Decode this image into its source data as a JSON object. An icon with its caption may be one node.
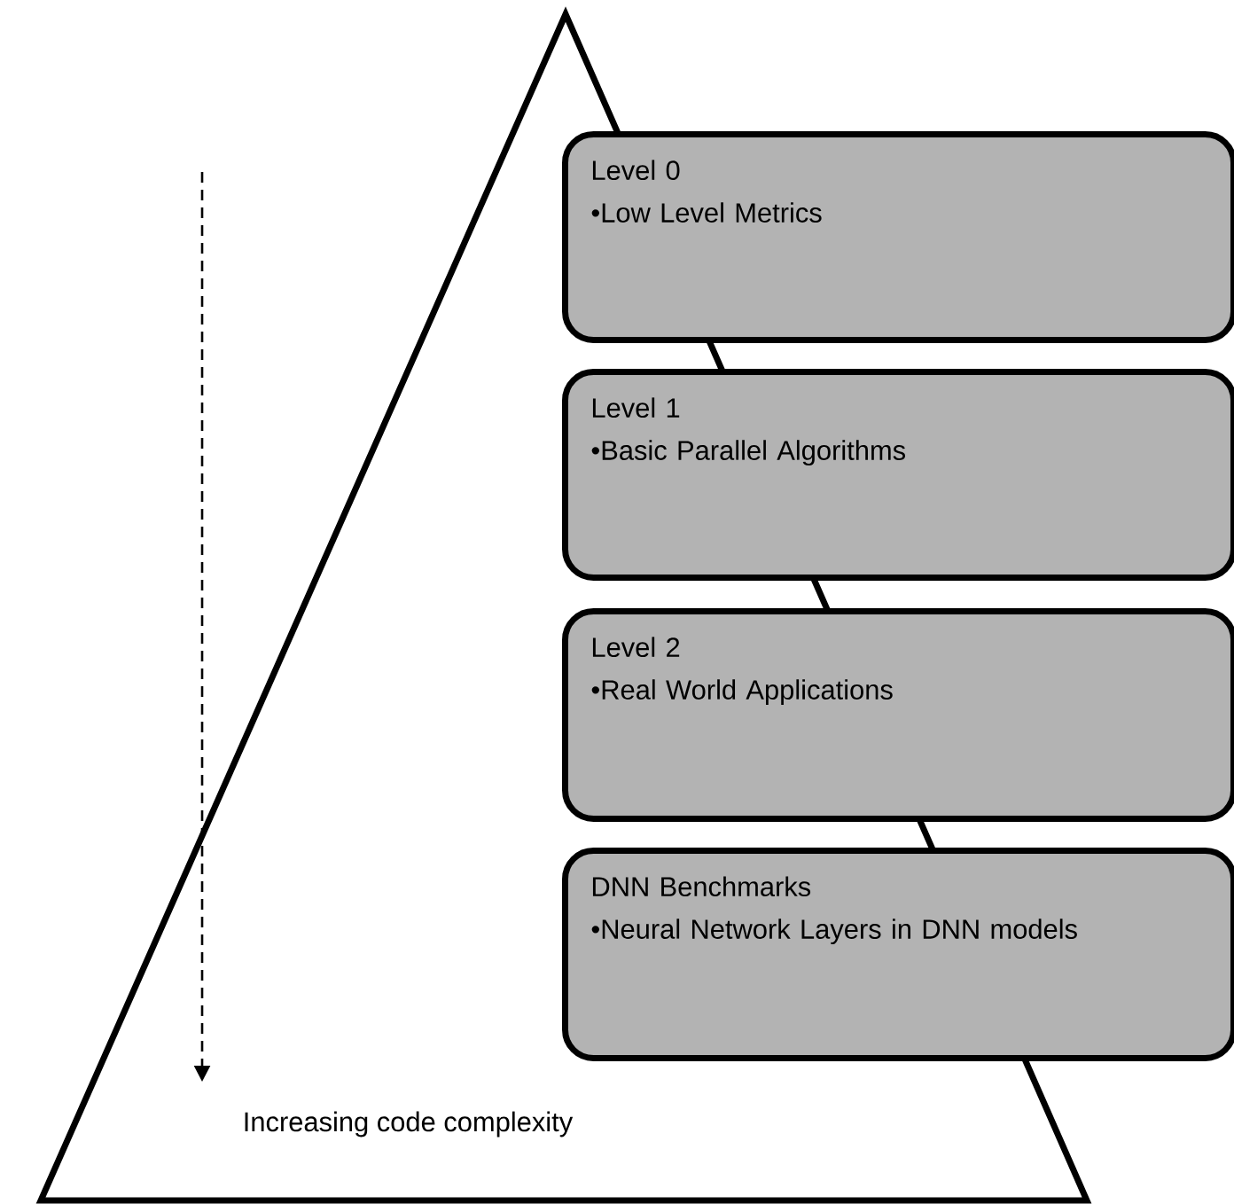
{
  "diagram": {
    "nodes": [
      {
        "text": [
          "Increasing code complexity"
        ]
      },
      {
        "text": [
          "Level 0",
          "•Low Level Metrics"
        ]
      },
      {
        "text": [
          "Level 1",
          "•Basic Parallel Algorithms"
        ]
      },
      {
        "text": [
          "Level 2",
          "•Real World Applications"
        ]
      },
      {
        "text": [
          "DNN Benchmarks",
          "•Neural Network Layers in DNN models"
        ]
      }
    ],
    "edges": []
  }
}
